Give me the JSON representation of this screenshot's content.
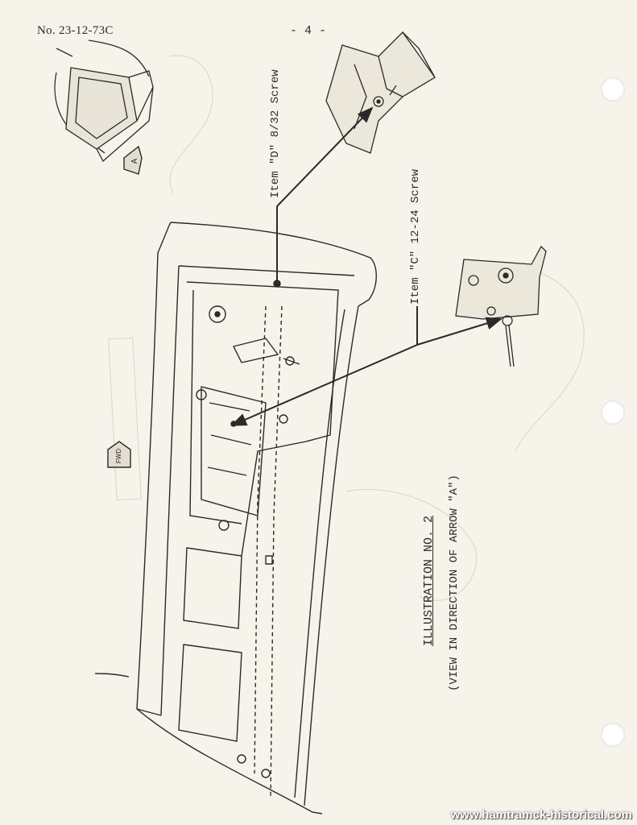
{
  "header": {
    "doc_number": "No. 23-12-73C",
    "page_number": "- 4 -"
  },
  "callouts": {
    "item_d": "Item \"D\"  8/32 Screw",
    "item_c": "Item \"C\"  12-24 Screw"
  },
  "arrow_labels": {
    "arrow_a": "A",
    "fwd": "FWD"
  },
  "illustration": {
    "title": "ILLUSTRATION NO. 2",
    "subtitle": "(VIEW IN DIRECTION OF ARROW \"A\")"
  },
  "watermark": "www.hamtramck-historical.com"
}
